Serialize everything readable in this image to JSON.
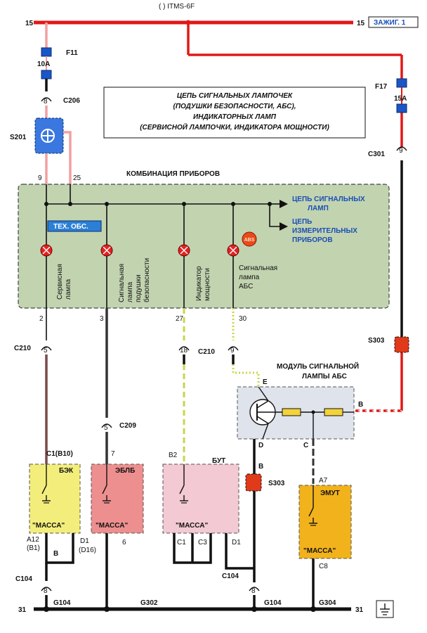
{
  "top_bus": {
    "label": "( ) ITMS-6F",
    "left_num": "15",
    "right_num": "15",
    "tag": "ЗАЖИГ. 1"
  },
  "bottom_bus": {
    "left_num": "31",
    "right_num": "31"
  },
  "fuses": {
    "f11": {
      "name": "F11",
      "rating": "10A"
    },
    "f17": {
      "name": "F17",
      "rating": "15A"
    }
  },
  "connectors": {
    "c206": {
      "name": "C206",
      "pin": "8"
    },
    "c301": {
      "name": "C301",
      "pin": "9"
    },
    "c210_left": {
      "name": "C210",
      "pin": "5"
    },
    "c210_mid": {
      "name": "C210",
      "pin_a": "18",
      "pin_b": "9"
    },
    "c209": {
      "name": "C209",
      "pin": "5"
    },
    "c104_left": {
      "name": "C104",
      "pin": "8"
    },
    "c104_right": {
      "name": "C104",
      "pin": "8"
    }
  },
  "splices": {
    "s201": "S201",
    "s303_top": "S303",
    "s303_bottom": "S303"
  },
  "title": {
    "line1": "ЦЕПЬ СИГНАЛЬНЫХ ЛАМПОЧЕК",
    "line2": "(ПОДУШКИ БЕЗОПАСНОСТИ, АБС),",
    "line3": "ИНДИКАТОРНЫХ ЛАМП",
    "line4": "(СЕРВИСНОЙ  ЛАМПОЧКИ, ИНДИКАТОРА МОЩНОСТИ)"
  },
  "cluster": {
    "title": "КОМБИНАЦИЯ ПРИБОРОВ",
    "tech_tag": "ТЕХ. ОБС.",
    "pin_9": "9",
    "pin_25": "25",
    "out1_line1": "ЦЕПЬ СИГНАЛЬНЫХ",
    "out1_line2": "ЛАМП",
    "out2_line1": "ЦЕПЬ",
    "out2_line2": "ИЗМЕРИТЕЛЬНЫХ",
    "out2_line3": "ПРИБОРОВ",
    "abs_icon": "ABS",
    "lamp1_line1": "Сервисная",
    "lamp1_line2": "лампа",
    "lamp2_line1": "Сигнальная",
    "lamp2_line2": "лампа",
    "lamp2_line3": "подушки",
    "lamp2_line4": "безопасности",
    "lamp3_line1": "Индикатор",
    "lamp3_line2": "мощности",
    "lamp4_line1": "Сигнальная",
    "lamp4_line2": "лампа",
    "lamp4_line3": "АБС",
    "out_pins": [
      "2",
      "3",
      "27",
      "30"
    ]
  },
  "abs_module": {
    "title_line1": "МОДУЛЬ СИГНАЛЬНОЙ",
    "title_line2": "ЛАМПЫ АБС",
    "pin_e": "E",
    "pin_b": "B",
    "pin_d": "D",
    "pin_c": "C"
  },
  "ecus": {
    "bek": {
      "name": "БЭК",
      "ground": "\"МАССА\"",
      "pin_top": "C1(B10)",
      "pin_a": "A12",
      "pin_a2": "(B1)",
      "pin_d": "D1",
      "pin_d2": "(D16)",
      "pin_b": "B"
    },
    "eblb": {
      "name": "ЭБЛБ",
      "ground": "\"МАССА\"",
      "pin_top": "7",
      "pin_bottom": "6"
    },
    "but": {
      "name": "БУТ",
      "ground": "\"МАССА\"",
      "pin_top": "B2",
      "pins": [
        "C1",
        "C3",
        "D1"
      ]
    },
    "emut": {
      "name": "ЭМУТ",
      "ground": "\"МАССА\"",
      "pin_top": "A7",
      "pin_bottom": "C8"
    }
  },
  "module_pin_b": "B",
  "grounds": [
    "G104",
    "G302",
    "G104",
    "G304"
  ]
}
